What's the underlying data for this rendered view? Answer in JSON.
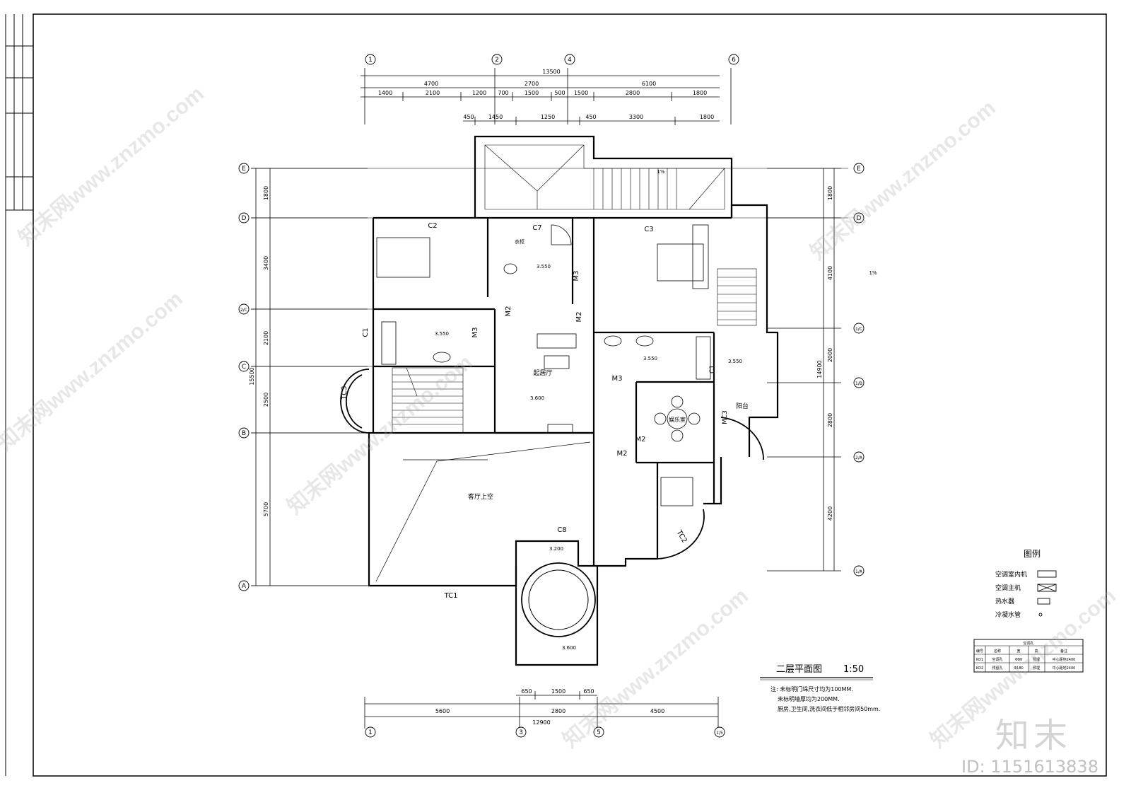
{
  "plan": {
    "title": "二层平面图",
    "scale": "1:50",
    "notes": [
      "注: 未标明门垛尺寸均为100MM.",
      "未标明墙厚均为200MM.",
      "厨房,卫生间,洗衣间低于相邻房间50mm."
    ],
    "axes_top": [
      "1",
      "2",
      "4",
      "6"
    ],
    "axes_bottom": [
      "1",
      "3",
      "5",
      "1/5"
    ],
    "axes_left": [
      "E",
      "D",
      "2/C",
      "C",
      "B",
      "A"
    ],
    "axes_right": [
      "E",
      "D",
      "1/C",
      "1/B",
      "2/A",
      "1/A"
    ]
  },
  "dims": {
    "top_total": "13500",
    "top_row2": [
      "4700",
      "2700",
      "6100"
    ],
    "top_row3": [
      "1400",
      "2100",
      "1200",
      "700",
      "1500",
      "500",
      "1500",
      "2800",
      "1800"
    ],
    "top_row4": [
      "450",
      "1450",
      "1250",
      "450",
      "3300",
      "1800"
    ],
    "left_total": "15500",
    "left_row": [
      "1800",
      "3400",
      "2100",
      "2500",
      "5700"
    ],
    "right_total": "14900",
    "right_row": [
      "1800",
      "4100",
      "2000",
      "2800",
      "4200"
    ],
    "bottom_total": "12900",
    "bottom_row": [
      "5600",
      "2800",
      "4500"
    ],
    "bottom_row2": [
      "650",
      "1500",
      "650"
    ]
  },
  "rooms": [
    {
      "name": "起居厅"
    },
    {
      "name": "娱乐室"
    },
    {
      "name": "阳台"
    },
    {
      "name": "客厅上空"
    },
    {
      "name": "衣柜"
    }
  ],
  "labels": {
    "windows": [
      "C2",
      "C3",
      "C7",
      "C1",
      "TC3",
      "TC1",
      "TC2",
      "C8",
      "MC3",
      "C1"
    ],
    "doors": [
      "M2",
      "M3",
      "M2",
      "M3",
      "M3",
      "M2",
      "M2"
    ],
    "elevations": [
      "3.550",
      "3.550",
      "3.600",
      "3.550",
      "3.550",
      "3.200",
      "3.600"
    ],
    "slope": "1%"
  },
  "legend": {
    "title": "图例",
    "items": [
      {
        "label": "空调室内机",
        "icon": "ac-indoor-icon"
      },
      {
        "label": "空调主机",
        "icon": "ac-outdoor-icon"
      },
      {
        "label": "热水器",
        "icon": "water-heater-icon"
      },
      {
        "label": "冷凝水管",
        "icon": "condensate-pipe-icon"
      }
    ]
  },
  "table": {
    "caption": "空调孔",
    "headers": [
      "编号",
      "名称",
      "宽",
      "高",
      "备注"
    ],
    "rows": [
      [
        "KD1",
        "空调孔",
        "Φ80",
        "预埋",
        "中心距地2400"
      ],
      [
        "KD2",
        "预留孔",
        "Φ180",
        "预埋",
        "中心距地2400"
      ]
    ]
  },
  "branding": {
    "logo": "知末",
    "id_text": "ID: 1151613838",
    "watermark": "知末网www.znzmo.com"
  },
  "colors": {
    "line": "#000000",
    "paper": "#ffffff",
    "watermark": "#aaaaaa"
  }
}
